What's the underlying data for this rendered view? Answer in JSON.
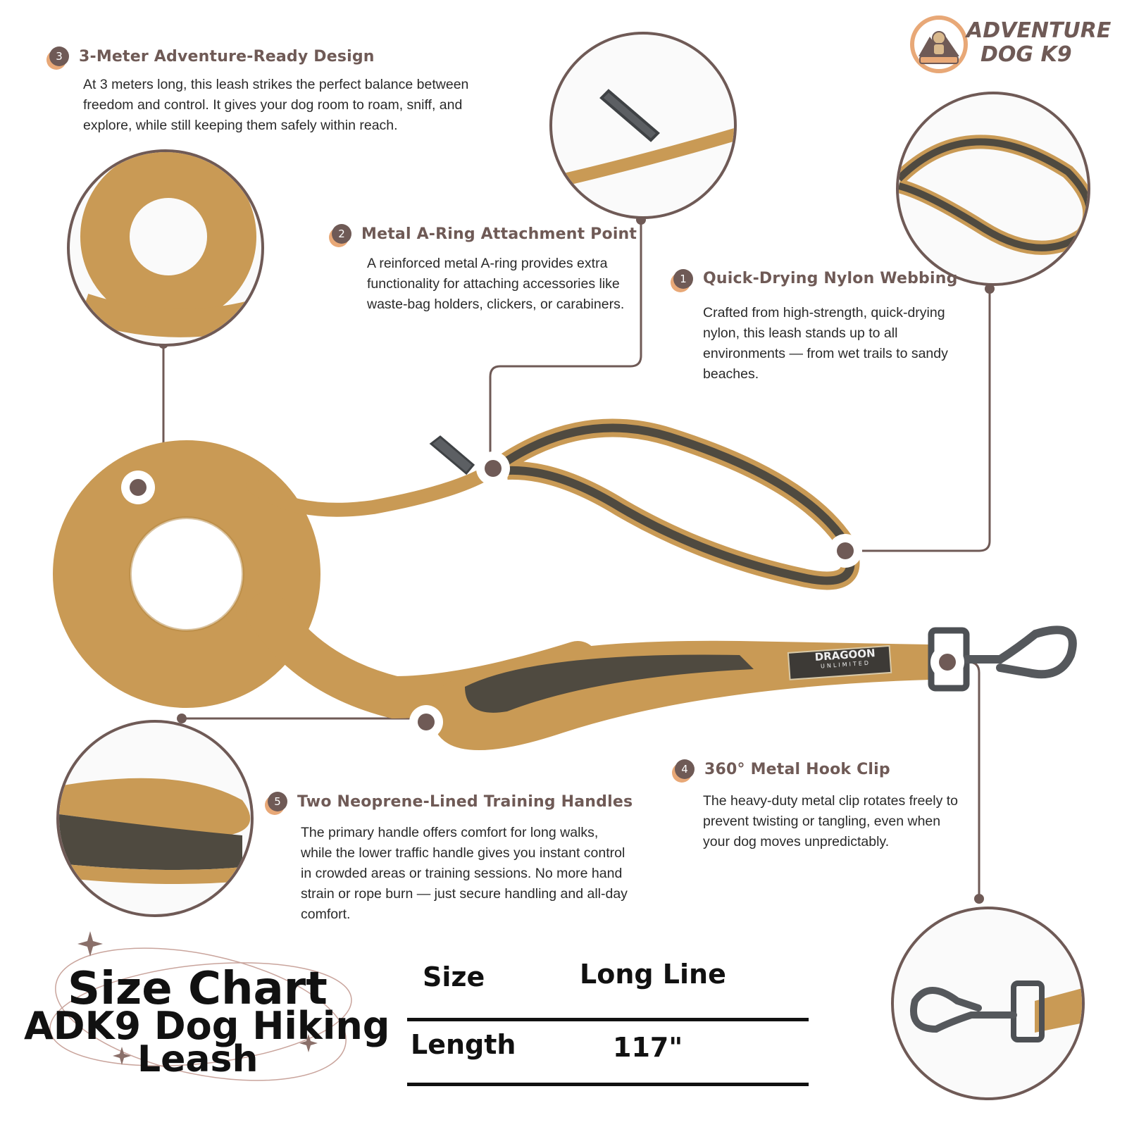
{
  "brand": {
    "name_line1": "ADVENTURE",
    "name_line2": "DOG K9",
    "accent_color": "#e8a877",
    "primary_color": "#6f5a56"
  },
  "features": [
    {
      "number": "3",
      "title": "3-Meter Adventure-Ready Design",
      "body": "At 3 meters long, this leash strikes the perfect balance between freedom and control. It gives your dog room to roam, sniff, and explore, while still keeping them safely within reach."
    },
    {
      "number": "2",
      "title": "Metal A-Ring Attachment Point",
      "body": "A reinforced metal A-ring provides extra functionality for attaching accessories like waste-bag holders, clickers, or carabiners."
    },
    {
      "number": "1",
      "title": "Quick-Drying Nylon Webbing",
      "body": "Crafted from high-strength, quick-drying nylon, this leash stands up to all environments — from wet trails to sandy beaches."
    },
    {
      "number": "4",
      "title": "360° Metal Hook Clip",
      "body": "The heavy-duty metal clip rotates freely to prevent twisting or tangling, even when your dog moves unpredictably."
    },
    {
      "number": "5",
      "title": "Two Neoprene-Lined Training Handles",
      "body": "The primary handle offers comfort for long walks, while the lower traffic handle gives you instant control in crowded areas or training sessions. No more hand strain or rope burn — just secure handling and all-day comfort."
    }
  ],
  "product_tag": {
    "line1": "DRAGOON",
    "line2": "UNLIMITED"
  },
  "size_chart": {
    "title_line1": "Size Chart",
    "title_line2": "ADK9 Dog Hiking",
    "title_line3": "Leash",
    "header": {
      "label": "Size",
      "value": "Long Line"
    },
    "row": {
      "label": "Length",
      "value": "117\""
    }
  },
  "icons": [
    "dog-logo-icon",
    "sparkle-star-icon"
  ]
}
